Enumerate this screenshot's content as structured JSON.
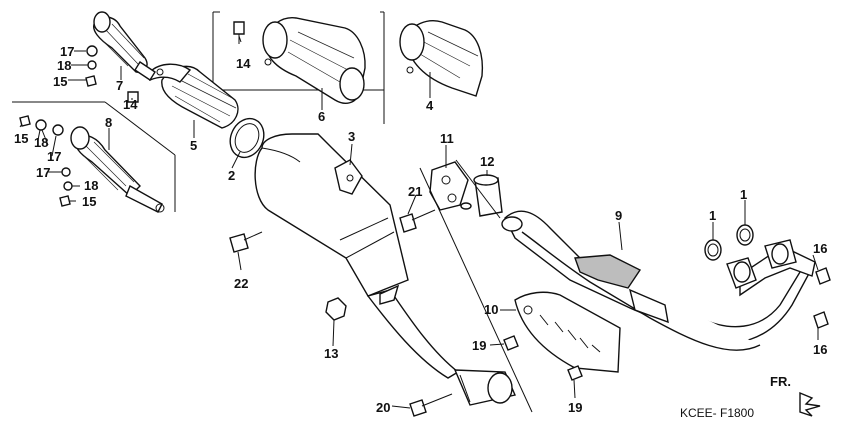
{
  "diagram": {
    "code": "KCEE- F1800",
    "fr_label": "FR.",
    "callouts": [
      {
        "id": "c1a",
        "text": "1"
      },
      {
        "id": "c1b",
        "text": "1"
      },
      {
        "id": "c2",
        "text": "2"
      },
      {
        "id": "c3",
        "text": "3"
      },
      {
        "id": "c4",
        "text": "4"
      },
      {
        "id": "c5",
        "text": "5"
      },
      {
        "id": "c6",
        "text": "6"
      },
      {
        "id": "c7",
        "text": "7"
      },
      {
        "id": "c8",
        "text": "8"
      },
      {
        "id": "c9",
        "text": "9"
      },
      {
        "id": "c10",
        "text": "10"
      },
      {
        "id": "c11",
        "text": "11"
      },
      {
        "id": "c12",
        "text": "12"
      },
      {
        "id": "c13",
        "text": "13"
      },
      {
        "id": "c14a",
        "text": "14"
      },
      {
        "id": "c14b",
        "text": "14"
      },
      {
        "id": "c15a",
        "text": "15"
      },
      {
        "id": "c15b",
        "text": "15"
      },
      {
        "id": "c15c",
        "text": "15"
      },
      {
        "id": "c16a",
        "text": "16"
      },
      {
        "id": "c16b",
        "text": "16"
      },
      {
        "id": "c17a",
        "text": "17"
      },
      {
        "id": "c17b",
        "text": "17"
      },
      {
        "id": "c17c",
        "text": "17"
      },
      {
        "id": "c18a",
        "text": "18"
      },
      {
        "id": "c18b",
        "text": "18"
      },
      {
        "id": "c18c",
        "text": "18"
      },
      {
        "id": "c19a",
        "text": "19"
      },
      {
        "id": "c19b",
        "text": "19"
      },
      {
        "id": "c20",
        "text": "20"
      },
      {
        "id": "c21",
        "text": "21"
      },
      {
        "id": "c22",
        "text": "22"
      }
    ]
  }
}
